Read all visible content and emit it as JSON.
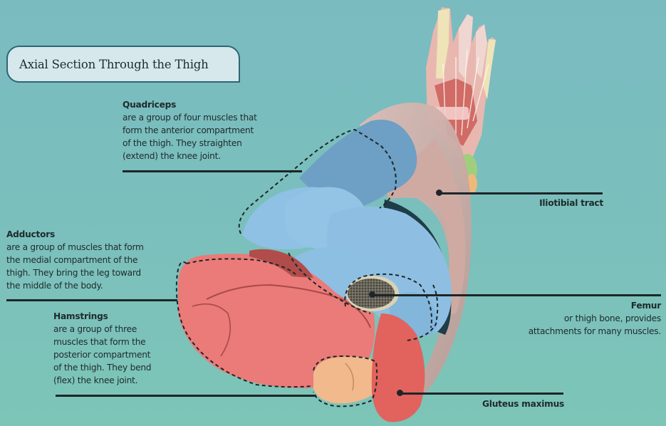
{
  "title": "Axial Section Through the Thigh",
  "labels": {
    "quadriceps": {
      "name": "Quadriceps",
      "description": "are a group of four muscles that\nform the anterior compartment\nof the thigh. They straighten\n(extend) the knee joint."
    },
    "adductors": {
      "name": "Adductors",
      "description": "are a group of muscles that form\nthe medial compartment of the\nthigh. They bring the leg toward\nthe middle of the body."
    },
    "hamstrings": {
      "name": "Hamstrings",
      "description": "are a group of three\nmuscles that form the\nposterior compartment\nof the thigh. They bend\n(flex) the knee joint."
    },
    "iliotibial": {
      "name": "Iliotibial tract"
    },
    "femur": {
      "name": "Femur",
      "description": "or thigh bone, provides\nattachments for many muscles."
    },
    "gluteus": {
      "name": "Gluteus maximus"
    }
  },
  "colors": {
    "background_top": "#7abbc0",
    "background_bottom": "#7dc5b7",
    "quadriceps": "#8fc1e4",
    "hamstrings": "#ea7b78",
    "adductors": "#f2b98c",
    "gluteus": "#e2625e",
    "iliotibial": "#c9a9a3",
    "femur": "#5a574f",
    "title_fill": "#d6e8ec",
    "title_border": "#2e6673"
  }
}
